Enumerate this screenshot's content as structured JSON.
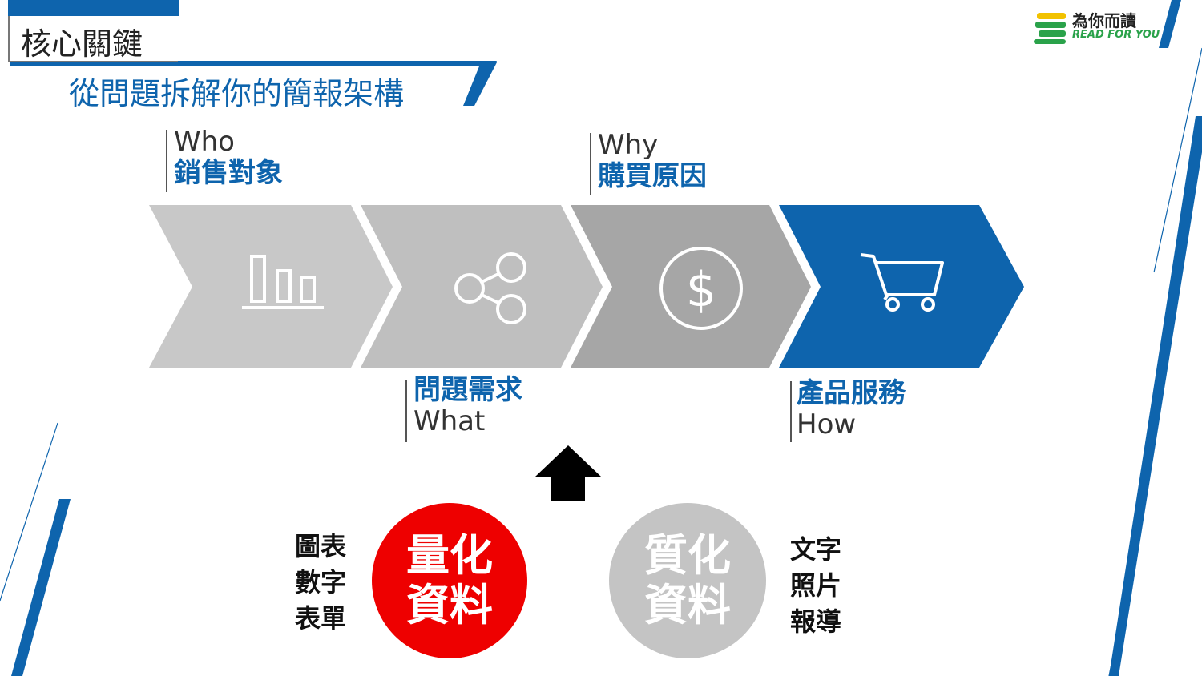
{
  "header": {
    "section_label": "核心關鍵",
    "subtitle": "從問題拆解你的簡報架構"
  },
  "logo": {
    "name_zh": "為你而讀",
    "name_en": "READ FOR YOU",
    "icon": "stacked-books-icon"
  },
  "colors": {
    "brand_blue": "#0e64ad",
    "chevron_gray_1": "#c8c8c8",
    "chevron_gray_2": "#bdbdbd",
    "chevron_gray_3": "#a6a6a6",
    "quantitative_red": "#ee0000",
    "qualitative_gray": "#c4c4c4"
  },
  "steps": [
    {
      "en": "Who",
      "zh": "銷售對象",
      "icon": "bar-chart-icon"
    },
    {
      "zh": "問題需求",
      "en": "What",
      "icon": "share-icon"
    },
    {
      "en": "Why",
      "zh": "購買原因",
      "icon": "dollar-icon"
    },
    {
      "zh": "產品服務",
      "en": "How",
      "icon": "shopping-cart-icon"
    }
  ],
  "arrow_icon": "up-arrow-icon",
  "quantitative": {
    "line1": "量化",
    "line2": "資料",
    "items": [
      "圖表",
      "數字",
      "表單"
    ]
  },
  "qualitative": {
    "line1": "質化",
    "line2": "資料",
    "items": [
      "文字",
      "照片",
      "報導"
    ]
  }
}
